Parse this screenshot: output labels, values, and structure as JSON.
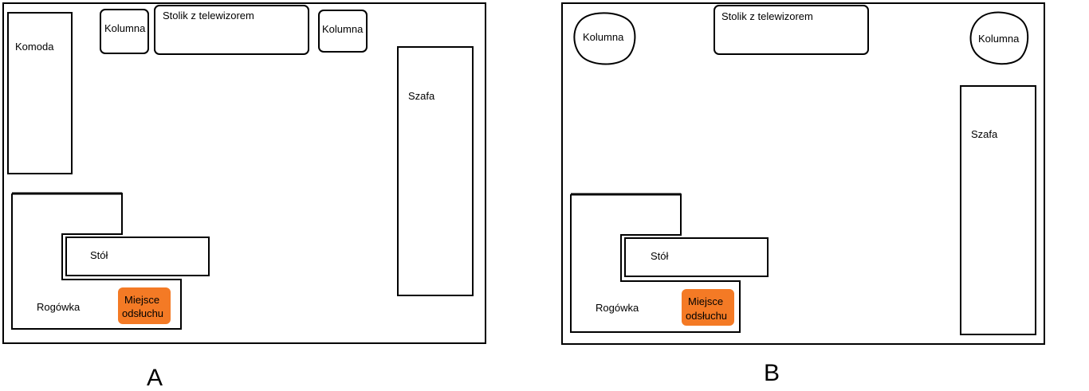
{
  "diagrams": [
    {
      "caption": "A",
      "labels": {
        "komoda": "Komoda",
        "kolumna_left": "Kolumna",
        "stolik": "Stolik z telewizorem",
        "kolumna_right": "Kolumna",
        "szafa": "Szafa",
        "stol": "Stół",
        "rogowka": "Rogówka",
        "miejsce_line1": "Miejsce",
        "miejsce_line2": "odsłuchu"
      }
    },
    {
      "caption": "B",
      "labels": {
        "kolumna_left": "Kolumna",
        "stolik": "Stolik z telewizorem",
        "kolumna_right": "Kolumna",
        "szafa": "Szafa",
        "stol": "Stół",
        "rogowka": "Rogówka",
        "miejsce_line1": "Miejsce",
        "miejsce_line2": "odsłuchu"
      }
    }
  ],
  "colors": {
    "listening_spot": "#F47A25",
    "outline": "#000000"
  }
}
